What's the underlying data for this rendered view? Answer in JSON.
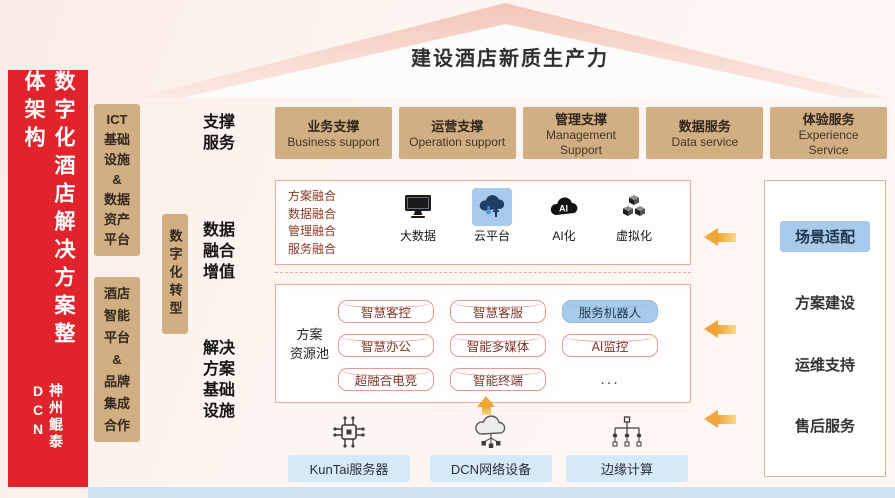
{
  "colors": {
    "red": "#e1232b",
    "tan": "#d2ae83",
    "blue_hl": "#a8cbec",
    "blue_label": "#d7e8f6",
    "maroon": "#8a3a28",
    "pill_border": "#e29a92",
    "pill_text": "#7d342a",
    "box_border": "#e8aca2",
    "arrow": "#f1a43a",
    "bottom_bar": "#cfe3f2"
  },
  "roof": {
    "title": "建设酒店新质生产力"
  },
  "banner": {
    "title": "数字化酒店解决方案整体架构",
    "subtitle": "神州鲲泰DCN"
  },
  "left_columns": {
    "ict_platform": "ICT\n基础\n设施\n&\n数据\n资产\n平台",
    "hotel_platform": "酒店\n智能\n平台\n&\n品牌\n集成\n合作",
    "transform": "数字化转型"
  },
  "row_labels": {
    "support": "支撑\n服务",
    "fusion": "数据\n融合\n增值",
    "infra": "解决\n方案\n基础\n设施"
  },
  "support_services": [
    {
      "zh": "业务支撑",
      "en": "Business support"
    },
    {
      "zh": "运营支撑",
      "en": "Operation support"
    },
    {
      "zh": "管理支撑",
      "en": "Management\nSupport"
    },
    {
      "zh": "数据服务",
      "en": "Data service"
    },
    {
      "zh": "体验服务",
      "en": "Experience\nService"
    }
  ],
  "fusion": {
    "list": "方案融合\n数据融合\n管理融合\n服务融合",
    "items": [
      {
        "label": "大数据",
        "icon": "monitor-icon"
      },
      {
        "label": "云平台",
        "icon": "cloud-sync-icon",
        "highlight": true
      },
      {
        "label": "AI化",
        "icon": "ai-cloud-icon"
      },
      {
        "label": "虚拟化",
        "icon": "cubes-icon"
      }
    ]
  },
  "resource_pool": {
    "label": "方案\n资源池",
    "pills": [
      {
        "text": "智慧客控"
      },
      {
        "text": "智慧客服"
      },
      {
        "text": "服务机器人",
        "highlight": true
      },
      {
        "text": "智慧办公"
      },
      {
        "text": "智能多媒体"
      },
      {
        "text": "AI监控"
      },
      {
        "text": "超融合电竞"
      },
      {
        "text": "智能终端"
      },
      {
        "text": "...",
        "plain": true
      }
    ]
  },
  "devices": [
    {
      "label": "KunTai服务器",
      "icon": "server-chip-icon"
    },
    {
      "label": "DCN网络设备",
      "icon": "network-cloud-icon"
    },
    {
      "label": "边缘计算",
      "icon": "edge-node-icon"
    }
  ],
  "right_panel": {
    "items": [
      {
        "text": "场景适配",
        "highlight": true
      },
      {
        "text": "方案建设"
      },
      {
        "text": "运维支持"
      },
      {
        "text": "售后服务"
      }
    ]
  }
}
